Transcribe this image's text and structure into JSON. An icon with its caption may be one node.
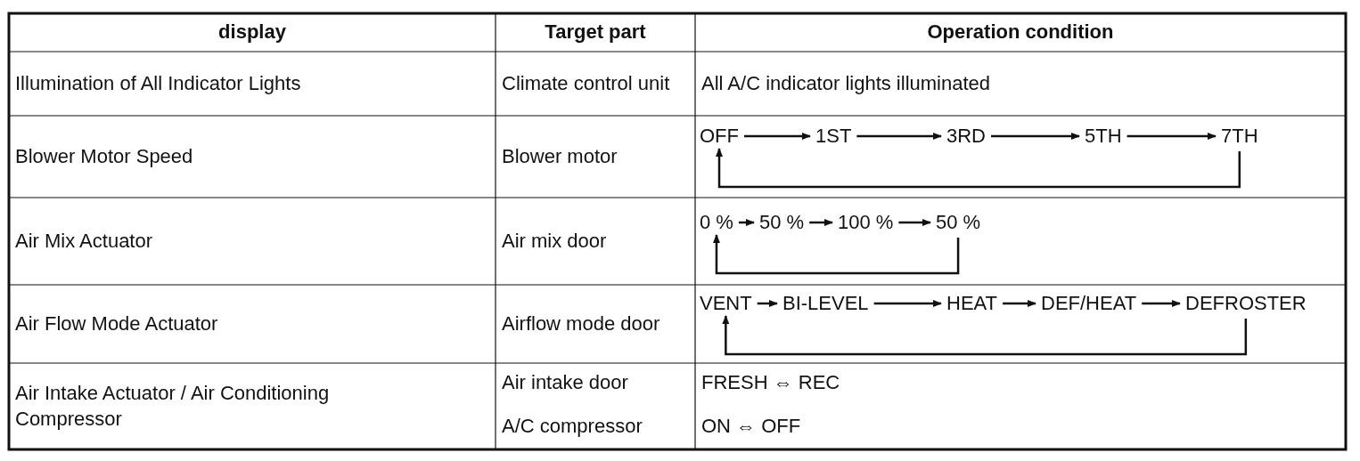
{
  "diagram": {
    "nodes": [
      {
        "text": [
          "OFF"
        ]
      },
      {
        "text": [
          "1ST"
        ]
      },
      {
        "text": [
          "3RD"
        ]
      },
      {
        "text": [
          "5TH"
        ]
      },
      {
        "text": [
          "7TH"
        ]
      },
      {
        "text": [
          "0 %"
        ]
      },
      {
        "text": [
          "50 %"
        ]
      },
      {
        "text": [
          "100 %"
        ]
      },
      {
        "text": [
          "50 %"
        ]
      },
      {
        "text": [
          "VENT"
        ]
      },
      {
        "text": [
          "BI-LEVEL"
        ]
      },
      {
        "text": [
          "HEAT"
        ]
      },
      {
        "text": [
          "DEF/HEAT"
        ]
      },
      {
        "text": [
          "DEFROSTER"
        ]
      }
    ],
    "edges": [
      {
        "from": 0,
        "to": 1,
        "arrow": "to"
      },
      {
        "from": 1,
        "to": 2,
        "arrow": "to"
      },
      {
        "from": 2,
        "to": 3,
        "arrow": "to"
      },
      {
        "from": 3,
        "to": 4,
        "arrow": "to"
      },
      {
        "from": 4,
        "to": 0,
        "arrow": "to"
      },
      {
        "from": 5,
        "to": 6,
        "arrow": "to"
      },
      {
        "from": 6,
        "to": 7,
        "arrow": "to"
      },
      {
        "from": 7,
        "to": 8,
        "arrow": "to"
      },
      {
        "from": 8,
        "to": 5,
        "arrow": "to"
      },
      {
        "from": 9,
        "to": 10,
        "arrow": "to"
      },
      {
        "from": 10,
        "to": 11,
        "arrow": "to"
      },
      {
        "from": 11,
        "to": 12,
        "arrow": "to"
      },
      {
        "from": 12,
        "to": 13,
        "arrow": "to"
      },
      {
        "from": 13,
        "to": 9,
        "arrow": "to"
      }
    ],
    "labels": [
      "display",
      "Target part",
      "Operation condition",
      "Illumination of All Indicator Lights",
      "Climate control unit",
      "All A/C indicator lights illuminated",
      "Blower Motor Speed",
      "Blower motor",
      "Air Mix Actuator",
      "Air mix door",
      "Air Flow Mode Actuator",
      "Airflow mode door",
      "Air Intake Actuator / Air Conditioning Compressor",
      "Air intake door",
      "FRESH ⇔ REC",
      "A/C compressor",
      "ON ⇔ OFF"
    ]
  }
}
